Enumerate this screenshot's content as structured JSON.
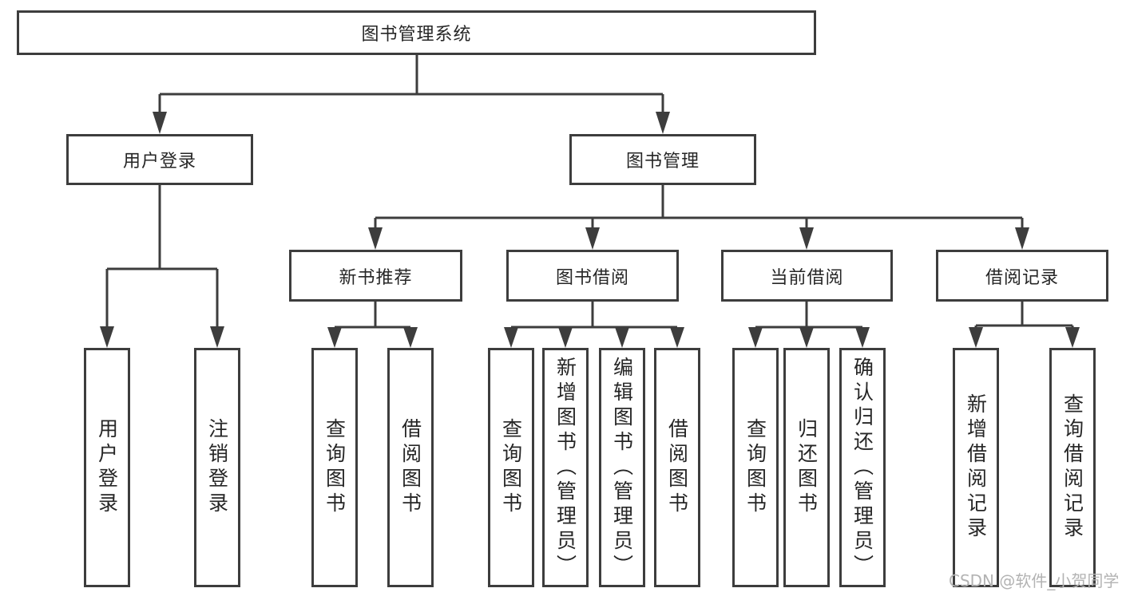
{
  "tree": {
    "root": {
      "label": "图书管理系统"
    },
    "branches": [
      {
        "label": "用户登录",
        "children": [
          {
            "label": "用户登录"
          },
          {
            "label": "注销登录"
          }
        ]
      },
      {
        "label": "图书管理",
        "children": [
          {
            "label": "新书推荐",
            "children": [
              {
                "label": "查询图书"
              },
              {
                "label": "借阅图书"
              }
            ]
          },
          {
            "label": "图书借阅",
            "children": [
              {
                "label": "查询图书"
              },
              {
                "label": "新增图书（管理员）"
              },
              {
                "label": "编辑图书（管理员）"
              },
              {
                "label": "借阅图书"
              }
            ]
          },
          {
            "label": "当前借阅",
            "children": [
              {
                "label": "查询图书"
              },
              {
                "label": "归还图书"
              },
              {
                "label": "确认归还（管理员）"
              }
            ]
          },
          {
            "label": "借阅记录",
            "children": [
              {
                "label": "新增借阅记录"
              },
              {
                "label": "查询借阅记录"
              }
            ]
          }
        ]
      }
    ]
  },
  "watermark": {
    "text": "CSDN @软件_小贺同学"
  },
  "colors": {
    "line": "#3d3d3d",
    "text": "#262626",
    "watermark": "#b3b3b3",
    "background": "#ffffff"
  }
}
